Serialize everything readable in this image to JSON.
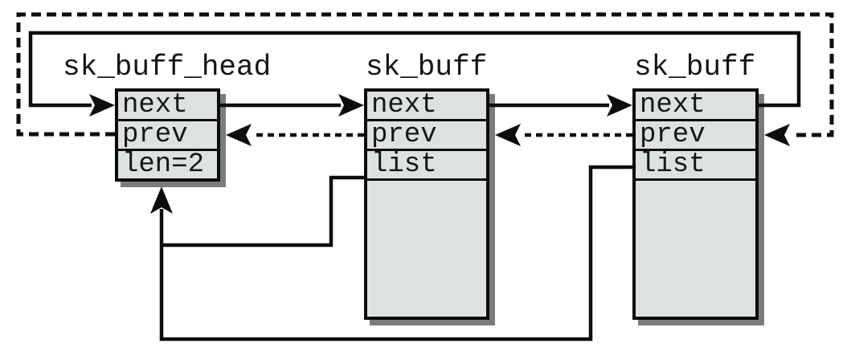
{
  "nodes": [
    {
      "title": "sk_buff_head",
      "fields": [
        "next",
        "prev",
        "len=2"
      ]
    },
    {
      "title": "sk_buff",
      "fields": [
        "next",
        "prev",
        "list"
      ]
    },
    {
      "title": "sk_buff",
      "fields": [
        "next",
        "prev",
        "list"
      ]
    }
  ],
  "edges": [
    {
      "from": "sk_buff_head.next",
      "to": "sk_buff-1.next",
      "style": "solid"
    },
    {
      "from": "sk_buff-1.next",
      "to": "sk_buff-2.next",
      "style": "solid"
    },
    {
      "from": "sk_buff-2.next",
      "to": "sk_buff_head.next",
      "style": "solid"
    },
    {
      "from": "sk_buff_head.prev",
      "to": "sk_buff-2.prev",
      "style": "dashed"
    },
    {
      "from": "sk_buff-1.prev",
      "to": "sk_buff_head.prev",
      "style": "dashed"
    },
    {
      "from": "sk_buff-2.prev",
      "to": "sk_buff-1.prev",
      "style": "dashed"
    },
    {
      "from": "sk_buff-1.list",
      "to": "sk_buff_head",
      "style": "solid"
    },
    {
      "from": "sk_buff-2.list",
      "to": "sk_buff_head",
      "style": "solid"
    }
  ],
  "colors": {
    "background": "#ffffff",
    "cell_fill": "#dde2e1",
    "line": "#0d0d0d",
    "shadow": "#7c7c7c",
    "text": "#141414"
  }
}
